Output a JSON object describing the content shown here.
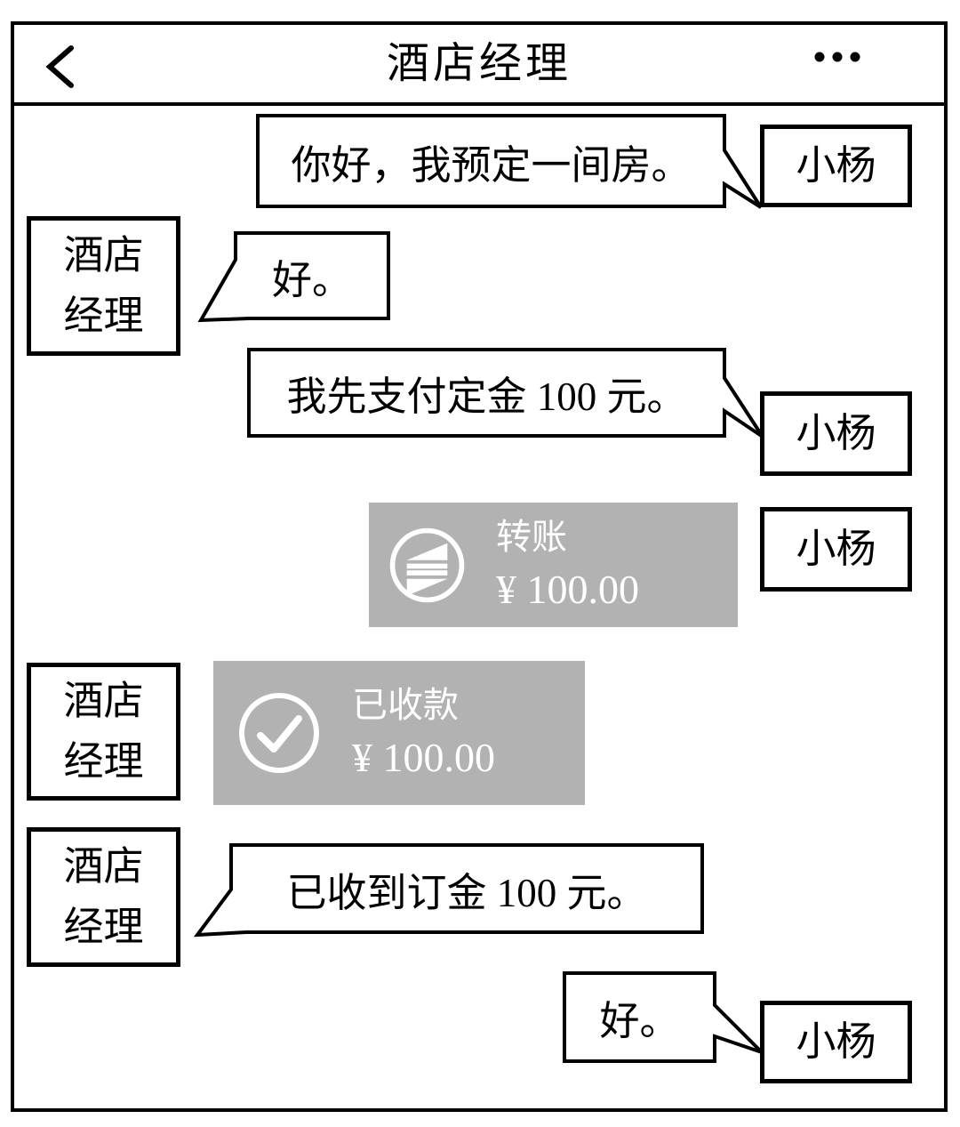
{
  "header": {
    "title": "酒店经理",
    "back_icon": "‹",
    "more_icon": "⋯"
  },
  "contacts": {
    "guest": {
      "name": "小杨"
    },
    "manager": {
      "name": "酒店经理",
      "avatar_label": "酒店\n经理"
    }
  },
  "messages": [
    {
      "from": "小杨",
      "side": "right",
      "type": "text",
      "text": "你好，我预定一间房。"
    },
    {
      "from": "酒店经理",
      "side": "left",
      "type": "text",
      "text": "好。"
    },
    {
      "from": "小杨",
      "side": "right",
      "type": "text",
      "text": "我先支付定金 100 元。"
    },
    {
      "from": "小杨",
      "side": "right",
      "type": "transfer",
      "icon": "transfer-arrows-icon",
      "label": "转账",
      "amount": "¥ 100.00"
    },
    {
      "from": "酒店经理",
      "side": "left",
      "type": "payment_received",
      "icon": "check-circle-icon",
      "label": "已收款",
      "amount": "¥ 100.00"
    },
    {
      "from": "酒店经理",
      "side": "left",
      "type": "text",
      "text": "已收到订金 100 元。"
    },
    {
      "from": "小杨",
      "side": "right",
      "type": "text",
      "text": "好。"
    }
  ],
  "colors": {
    "ink": "#000000",
    "background": "#ffffff",
    "card_background": "#b2b2b2",
    "card_foreground": "#ffffff"
  }
}
